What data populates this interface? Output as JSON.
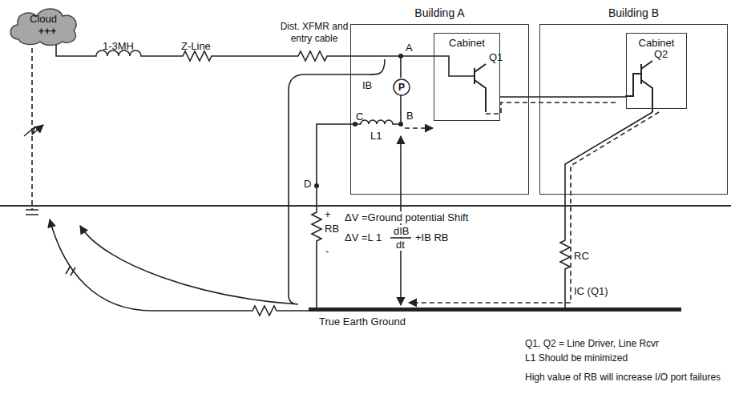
{
  "diagram": {
    "nodes": [
      {
        "text": [
          "Cloud",
          "+++"
        ]
      },
      {
        "text": [
          "Building A"
        ]
      },
      {
        "text": [
          "Cabinet"
        ],
        "in": 1
      },
      {
        "text": [
          "P"
        ],
        "in": 1
      },
      {
        "text": [
          "Building B"
        ]
      },
      {
        "text": [
          "Cabinet"
        ],
        "in": 4
      }
    ],
    "edges": [
      {
        "from": 2,
        "to": 5,
        "arrow": "none"
      }
    ],
    "labels": [
      "1-3MH",
      "Z-Line",
      "Dist. XFMR and entry cable",
      "A",
      "Q1",
      "IB",
      "C",
      "L1",
      "B",
      "Q2",
      "D",
      "ΔV =Ground potential Shift",
      "ΔV =L 1",
      "dIB",
      "dt",
      "+IB RB",
      "+",
      "RB",
      "-",
      "RC",
      "True Earth Ground",
      "IC (Q1)",
      "Q1, Q2 = Line Driver, Line Rcvr",
      "L1 Should be minimized",
      "High value of RB will increase I/O port failures"
    ]
  }
}
